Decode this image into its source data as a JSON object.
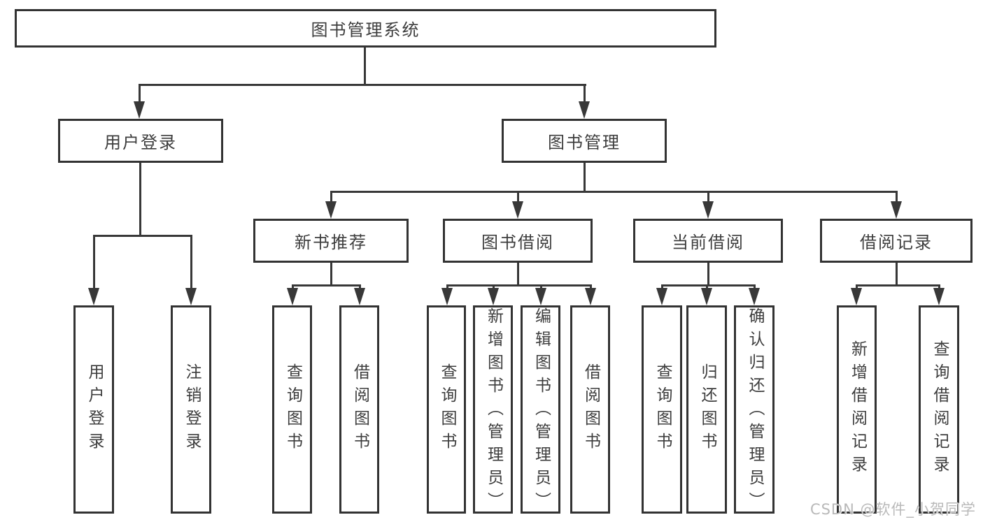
{
  "diagram": {
    "root": "图书管理系统",
    "level2": {
      "user_login": "用户登录",
      "book_mgmt": "图书管理"
    },
    "level3": {
      "new_books": "新书推荐",
      "borrowing": "图书借阅",
      "current": "当前借阅",
      "records": "借阅记录"
    },
    "leaves": {
      "login": "用户登录",
      "logout": "注销登录",
      "nb_query": "查询图书",
      "nb_borrow": "借阅图书",
      "bw_query": "查询图书",
      "bw_add": "新增图书（管理员）",
      "bw_edit": "编辑图书（管理员）",
      "bw_borrow": "借阅图书",
      "cur_query": "查询图书",
      "cur_return": "归还图书",
      "cur_confirm": "确认归还（管理员）",
      "rec_add": "新增借阅记录",
      "rec_query": "查询借阅记录"
    }
  },
  "watermark": {
    "text": "CSDN @软件_小贺同学"
  },
  "colors": {
    "line": "#383838",
    "border": "#333333",
    "text": "#3d3d3d",
    "background": "#ffffff",
    "watermark": "#b9b9b9"
  }
}
